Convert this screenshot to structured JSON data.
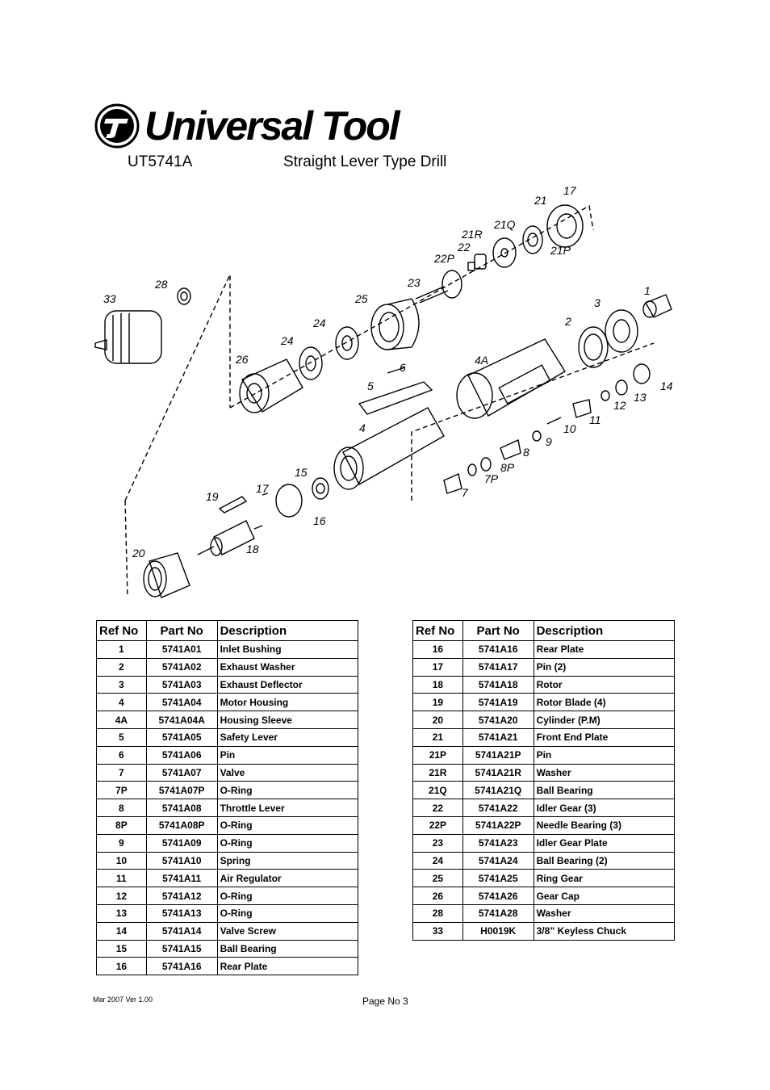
{
  "brand": {
    "name": "Universal Tool",
    "logo_icon": "ut-circle-logo-icon"
  },
  "header": {
    "model": "UT5741A",
    "title": "Straight Lever Type Drill"
  },
  "diagram": {
    "callouts": [
      "33",
      "28",
      "26",
      "25",
      "24",
      "24",
      "23",
      "22P",
      "22",
      "21R",
      "21Q",
      "21",
      "17",
      "21P",
      "1",
      "3",
      "2",
      "4A",
      "6",
      "5",
      "4",
      "14",
      "13",
      "12",
      "11",
      "10",
      "9",
      "8",
      "8P",
      "7P",
      "7",
      "15",
      "17",
      "19",
      "16",
      "18",
      "20"
    ]
  },
  "table_headers": {
    "ref": "Ref No",
    "part": "Part No",
    "desc": "Description"
  },
  "left_table": [
    [
      "1",
      "5741A01",
      "Inlet Bushing"
    ],
    [
      "2",
      "5741A02",
      "Exhaust Washer"
    ],
    [
      "3",
      "5741A03",
      "Exhaust Deflector"
    ],
    [
      "4",
      "5741A04",
      "Motor Housing"
    ],
    [
      "4A",
      "5741A04A",
      "Housing Sleeve"
    ],
    [
      "5",
      "5741A05",
      "Safety Lever"
    ],
    [
      "6",
      "5741A06",
      "Pin"
    ],
    [
      "7",
      "5741A07",
      "Valve"
    ],
    [
      "7P",
      "5741A07P",
      "O-Ring"
    ],
    [
      "8",
      "5741A08",
      "Throttle Lever"
    ],
    [
      "8P",
      "5741A08P",
      "O-Ring"
    ],
    [
      "9",
      "5741A09",
      "O-Ring"
    ],
    [
      "10",
      "5741A10",
      "Spring"
    ],
    [
      "11",
      "5741A11",
      "Air Regulator"
    ],
    [
      "12",
      "5741A12",
      "O-Ring"
    ],
    [
      "13",
      "5741A13",
      "O-Ring"
    ],
    [
      "14",
      "5741A14",
      "Valve Screw"
    ],
    [
      "15",
      "5741A15",
      "Ball Bearing"
    ],
    [
      "16",
      "5741A16",
      "Rear Plate"
    ]
  ],
  "right_table": [
    [
      "16",
      "5741A16",
      "Rear Plate"
    ],
    [
      "17",
      "5741A17",
      "Pin (2)"
    ],
    [
      "18",
      "5741A18",
      "Rotor"
    ],
    [
      "19",
      "5741A19",
      "Rotor Blade (4)"
    ],
    [
      "20",
      "5741A20",
      "Cylinder (P.M)"
    ],
    [
      "21",
      "5741A21",
      "Front End Plate"
    ],
    [
      "21P",
      "5741A21P",
      "Pin"
    ],
    [
      "21R",
      "5741A21R",
      "Washer"
    ],
    [
      "21Q",
      "5741A21Q",
      "Ball Bearing"
    ],
    [
      "22",
      "5741A22",
      "Idler Gear (3)"
    ],
    [
      "22P",
      "5741A22P",
      "Needle Bearing (3)"
    ],
    [
      "23",
      "5741A23",
      "Idler Gear Plate"
    ],
    [
      "24",
      "5741A24",
      "Ball Bearing (2)"
    ],
    [
      "25",
      "5741A25",
      "Ring Gear"
    ],
    [
      "26",
      "5741A26",
      "Gear Cap"
    ],
    [
      "28",
      "5741A28",
      "Washer"
    ],
    [
      "33",
      "H0019K",
      "3/8” Keyless Chuck"
    ]
  ],
  "footer": {
    "version": "Mar 2007 Ver 1.00",
    "page": "Page No 3"
  }
}
